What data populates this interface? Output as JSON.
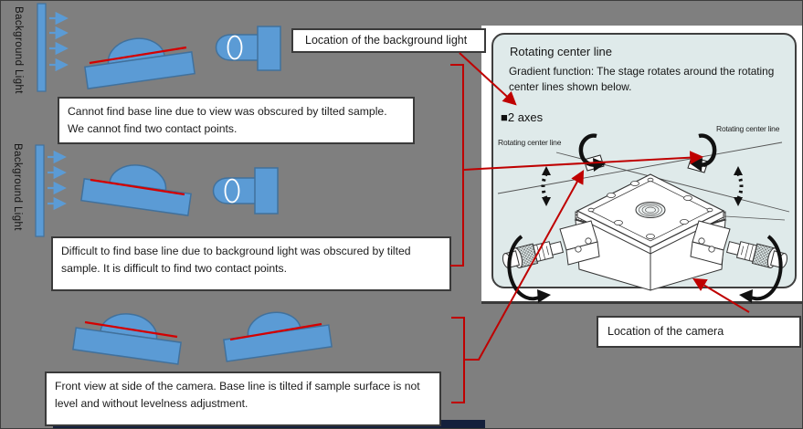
{
  "palette": {
    "background": "#7f7f7f",
    "shape_blue": "#5b9bd5",
    "shape_blue_border": "#41719c",
    "baseline_red": "#d40000",
    "annotation_red": "#bf0000",
    "panel_fill": "#dfeaea",
    "box_border": "#3a3a3a",
    "footer_bar": "#15203c"
  },
  "left_labels": {
    "top": "Background Light",
    "middle": "Background Light"
  },
  "boxes": {
    "view_obscured": "Cannot find base line due to view was obscured by tilted sample. We cannot find two contact points.",
    "light_obscured": "Difficult to find base line due to background light was obscured by tilted sample. It is difficult to find two contact points.",
    "front_view": "Front view at side of the camera. Base line is tilted if sample surface is not level and without levelness adjustment."
  },
  "callouts": {
    "background_light": "Location of the background light",
    "camera": "Location of the camera"
  },
  "panel": {
    "title": "Rotating center line",
    "description": "Gradient function: The stage rotates around the rotating center lines shown below.",
    "axes": "■2 axes",
    "axis_label_left": "Rotating center line",
    "axis_label_right": "Rotating center line"
  }
}
